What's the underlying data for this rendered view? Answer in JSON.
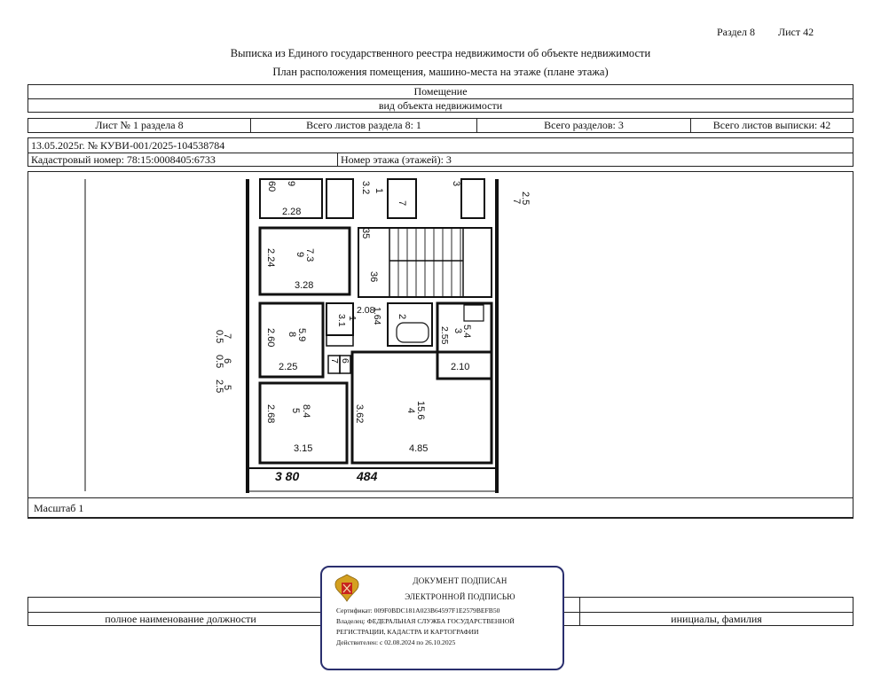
{
  "header": {
    "section": "Раздел 8",
    "sheet": "Лист 42"
  },
  "titles": {
    "line1": "Выписка из Единого государственного реестра недвижимости об объекте недвижимости",
    "line2": "План расположения помещения, машино-места на этаже (плане этажа)"
  },
  "object": {
    "name": "Помещение",
    "kind": "вид объекта недвижимости"
  },
  "sheets": {
    "sheet_no": "Лист № 1 раздела 8",
    "total_section": "Всего листов раздела 8: 1",
    "total_sections": "Всего разделов: 3",
    "total_extract": "Всего листов выписки: 42"
  },
  "record": {
    "date_no": "13.05.2025г. № КУВИ-001/2025-104538784",
    "cadastral": "Кадастровый номер: 78:15:0008405:6733",
    "floor": "Номер этажа (этажей): 3"
  },
  "plan": {
    "labels": {
      "a": "60",
      "b": "9",
      "c": "3.2",
      "d": "1",
      "e": "7",
      "f": "3",
      "g": "7",
      "h": "2.5",
      "i": "2.28",
      "j": "35",
      "k": "2.24",
      "l": "9",
      "m": "7.3",
      "n": "3.28",
      "o": "36",
      "p": "2.08",
      "q": "1.64",
      "r": "2",
      "s": "3.1",
      "t": "1",
      "u": "2.55",
      "v": "3",
      "w": "5.4",
      "x": "2.60",
      "y": "8",
      "z": "5.9",
      "aa": "7",
      "ab": "6",
      "ac": "2.25",
      "ad": "2.10",
      "ae": "2.68",
      "af": "5",
      "ag": "8.4",
      "ah": "3.62",
      "ai": "4",
      "aj": "15.6",
      "ak": "3.15",
      "al": "4.85",
      "am": "3 80",
      "an": "484",
      "side1": "7",
      "side2": "0.5",
      "side3": "6",
      "side4": "0.5",
      "side5": "5",
      "side6": "2.5"
    }
  },
  "scale": {
    "label": "Масштаб 1"
  },
  "footer": {
    "position": "полное наименование должности",
    "initials": "инициалы, фамилия"
  },
  "signature": {
    "line1": "ДОКУМЕНТ ПОДПИСАН",
    "line2": "ЭЛЕКТРОННОЙ ПОДПИСЬЮ",
    "cert": "Сертификат: 009F0BDC181A023B64597F1E2579BEFB50",
    "owner1": "Владелец: ФЕДЕРАЛЬНАЯ СЛУЖБА ГОСУДАРСТВЕННОЙ",
    "owner2": "РЕГИСТРАЦИИ, КАДАСТРА И КАРТОГРАФИИ",
    "valid": "Действителен: с 02.08.2024 по 26.10.2025"
  }
}
